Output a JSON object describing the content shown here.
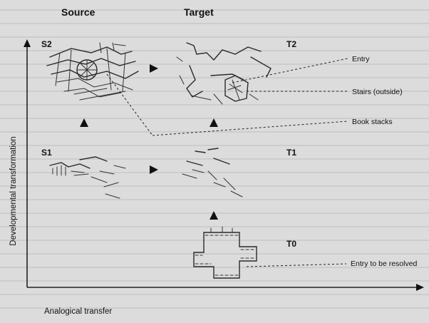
{
  "headers": {
    "source": "Source",
    "target": "Target"
  },
  "stages": {
    "s2": "S2",
    "t2": "T2",
    "s1": "S1",
    "t1": "T1",
    "t0": "T0"
  },
  "callouts": {
    "entry": "Entry",
    "stairs": "Stairs (outside)",
    "book_stacks": "Book stacks",
    "entry_resolved": "Entry to be resolved"
  },
  "axes": {
    "y_label": "Developmental transformation",
    "x_label": "Analogical transfer"
  }
}
